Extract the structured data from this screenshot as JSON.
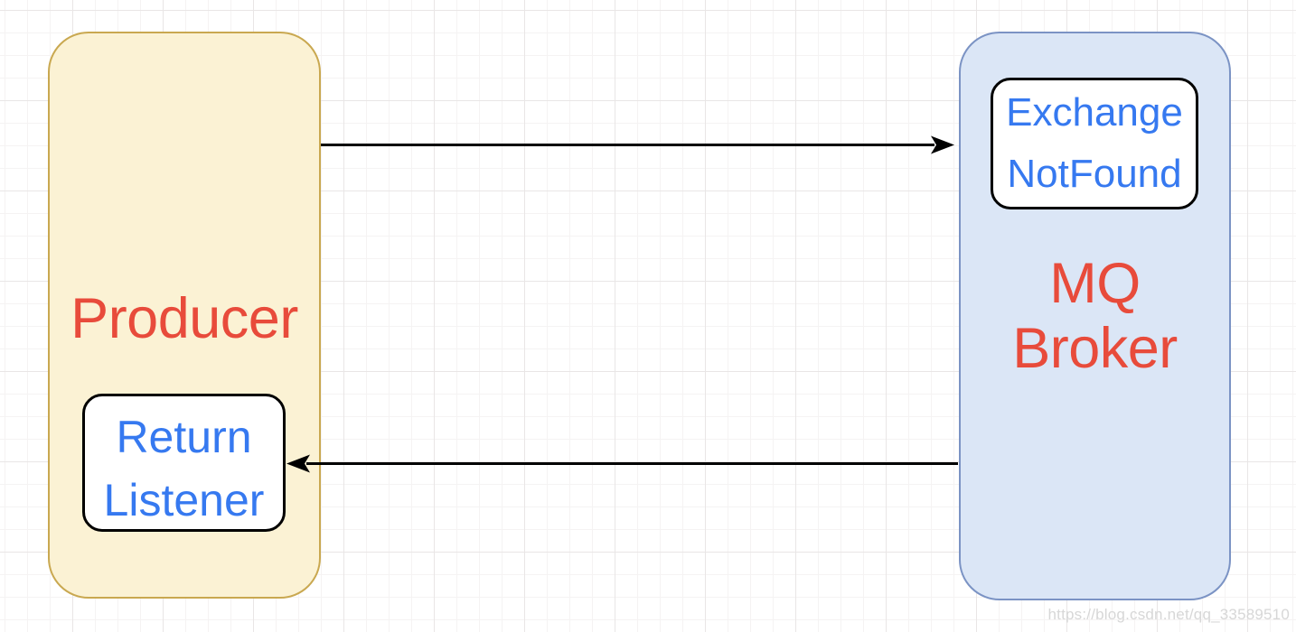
{
  "diagram": {
    "nodes": {
      "producer": {
        "label": "Producer",
        "child": {
          "line1": "Return",
          "line2": "Listener"
        }
      },
      "broker": {
        "line1": "MQ",
        "line2": "Broker",
        "child": {
          "line1": "Exchange",
          "line2": "NotFound"
        }
      }
    },
    "connections": [
      {
        "from": "Producer",
        "to": "MQ Broker",
        "direction": "right"
      },
      {
        "from": "MQ Broker",
        "to": "Return Listener",
        "direction": "left"
      }
    ]
  },
  "watermark": {
    "text": "https://blog.csdn.net/qq_33589510"
  },
  "colors": {
    "background": "#ffffff",
    "grid_minor": "#f5f3f3",
    "grid_major": "#e9e6e6",
    "producer_fill": "#fbf2d4",
    "producer_border": "#c9a850",
    "broker_fill": "#dbe6f6",
    "broker_border": "#7b93c4",
    "inner_fill": "#ffffff",
    "inner_border": "#000000",
    "label_red": "#e84b3b",
    "label_blue": "#3679f0",
    "arrow": "#000000",
    "watermark": "#d7d7d7"
  }
}
